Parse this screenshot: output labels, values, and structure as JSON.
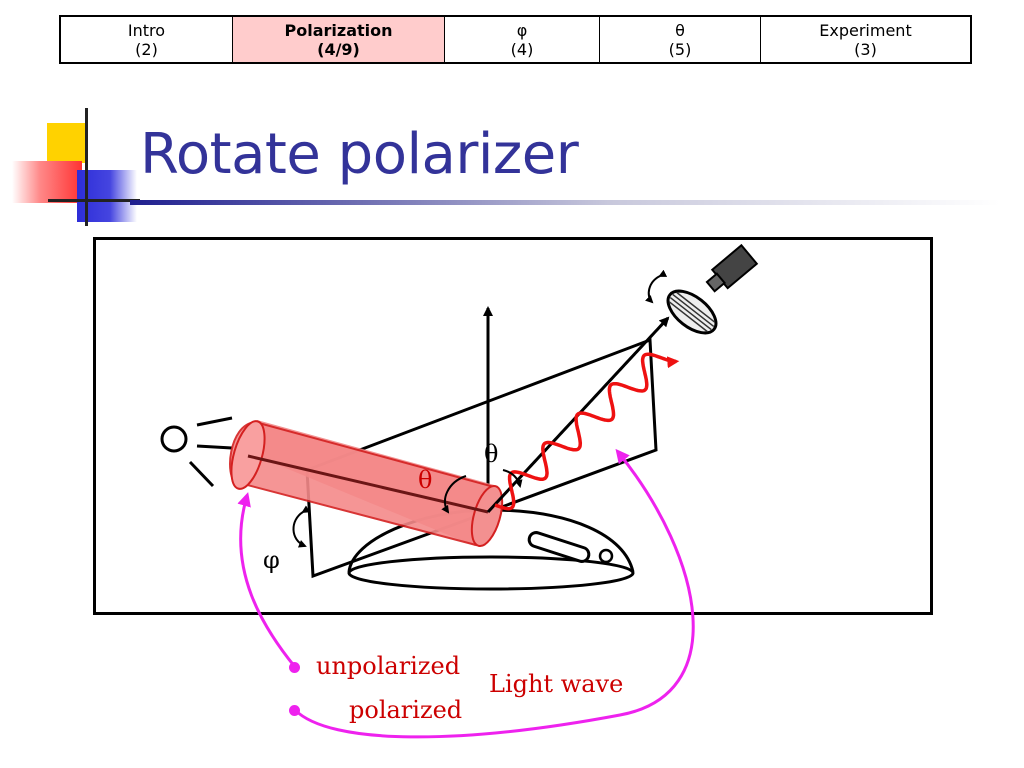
{
  "nav": {
    "tabs": [
      {
        "name": "Intro",
        "count": "(2)",
        "active": false
      },
      {
        "name": "Polarization",
        "count": "(4/9)",
        "active": true
      },
      {
        "name": "φ",
        "count": "(4)",
        "active": false
      },
      {
        "name": "θ",
        "count": "(5)",
        "active": false
      },
      {
        "name": "Experiment",
        "count": "(3)",
        "active": false
      }
    ]
  },
  "slide": {
    "title": "Rotate polarizer"
  },
  "diagram": {
    "theta_label_inner": "θ",
    "theta_label_outer": "θ",
    "phi_label": "φ"
  },
  "legend": {
    "unpolarized": "unpolarized",
    "polarized": "polarized",
    "light_wave": "Light wave"
  },
  "colors": {
    "title": "#333399",
    "active_tab": "#ffcccc",
    "beam_fill": "#f08080",
    "wave": "#ee1111",
    "arrow": "#ee22ee",
    "legend_text": "#cc0000"
  }
}
